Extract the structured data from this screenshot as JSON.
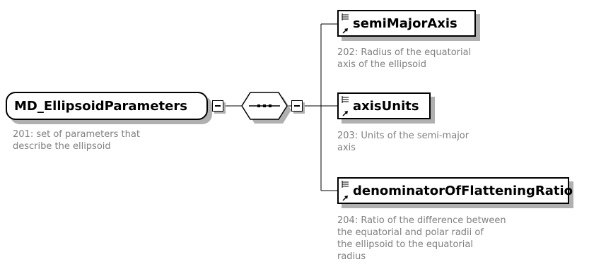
{
  "root": {
    "name": "MD_EllipsoidParameters",
    "annotation_line1": "201: set of parameters that",
    "annotation_line2": "describe the ellipsoid"
  },
  "sequence": {
    "type": "sequence-compositor",
    "icon": "sequence-icon"
  },
  "children": [
    {
      "name": "semiMajorAxis",
      "annotation_line1": "202: Radius of the equatorial",
      "annotation_line2": "axis of the ellipsoid"
    },
    {
      "name": "axisUnits",
      "annotation_line1": "203: Units of the semi-major",
      "annotation_line2": "axis"
    },
    {
      "name": "denominatorOfFlatteningRatio",
      "annotation_line1": "204: Ratio of the difference between",
      "annotation_line2": "the equatorial and polar radii of",
      "annotation_line3": "the ellipsoid to the equatorial",
      "annotation_line4": "radius"
    }
  ],
  "colors": {
    "line": "#000000",
    "shadow": "#b0b0b0",
    "annotation": "#808080"
  }
}
